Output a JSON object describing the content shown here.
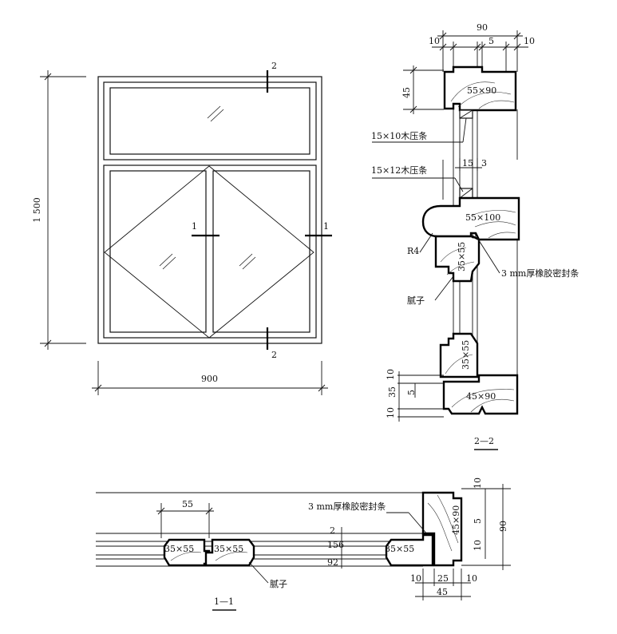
{
  "elevation": {
    "width_dim": "900",
    "height_dim": "1 500",
    "section_mark_1": "1",
    "section_mark_2": "2"
  },
  "section_2_2": {
    "title": "2—2",
    "top_dims": {
      "overall": "90",
      "left": "10",
      "mid": "5",
      "right": "10"
    },
    "dim_45": "45",
    "profile_top": "55×90",
    "strip_top": "15×10木压条",
    "strip_mid": "15×12木压条",
    "dim_15": "15",
    "dim_3": "3",
    "profile_mid": "55×100",
    "radius": "R4",
    "sash_upper": "35×55",
    "gasket": "3 mm厚橡胶密封条",
    "putty": "腻子",
    "sash_lower": "35×55",
    "profile_bottom": "45×90",
    "bottom_dims": {
      "d10a": "10",
      "d35": "35",
      "d5": "5",
      "d10b": "10"
    }
  },
  "section_1_1": {
    "title": "1—1",
    "dim_55": "55",
    "sash_left": "35×55",
    "sash_right": "35×55",
    "putty": "腻子",
    "gasket": "3 mm厚橡胶密封条",
    "sash_frame": "35×55",
    "frame": "45×90",
    "left_dims": {
      "d2": "2",
      "d15": "15",
      "d6": "6",
      "d9": "9",
      "d2b": "2"
    },
    "bottom_dims": {
      "d10a": "10",
      "d25": "25",
      "d10b": "10",
      "d45": "45"
    },
    "right_dims": {
      "d10a": "10",
      "d5": "5",
      "d10b": "10",
      "d90": "90"
    }
  }
}
